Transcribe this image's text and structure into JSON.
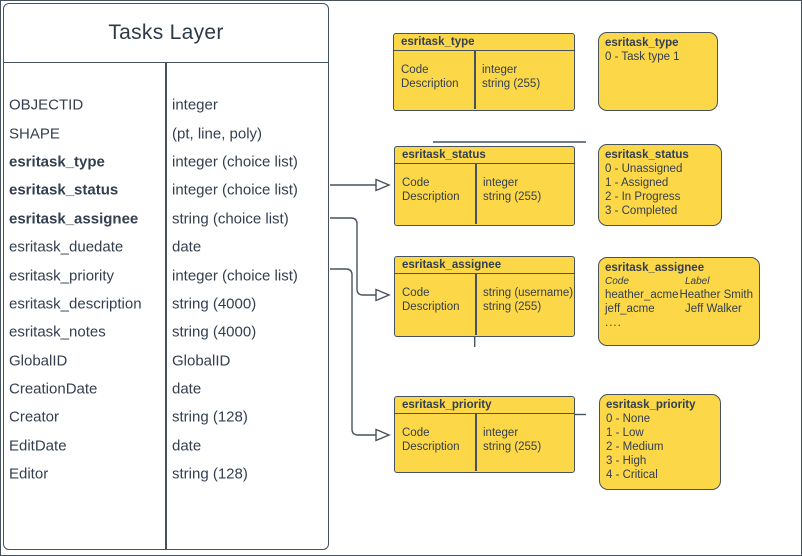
{
  "colors": {
    "accent_yellow": "#fcd747",
    "stroke": "#47525f",
    "text": "#333f4f",
    "background": "#ffffff"
  },
  "tasks_layer": {
    "title": "Tasks Layer",
    "fields": [
      {
        "name": "OBJECTID",
        "type": "integer"
      },
      {
        "name": "SHAPE",
        "type": "(pt, line, poly)"
      },
      {
        "name": "esritask_type",
        "type": "integer (choice list)"
      },
      {
        "name": "esritask_status",
        "type": "integer (choice list)"
      },
      {
        "name": "esritask_assignee",
        "type": "string (choice list)"
      },
      {
        "name": "esritask_duedate",
        "type": "date"
      },
      {
        "name": "esritask_priority",
        "type": "integer (choice list)"
      },
      {
        "name": "esritask_description",
        "type": "string (4000)"
      },
      {
        "name": "esritask_notes",
        "type": "string (4000)"
      },
      {
        "name": "GlobalID",
        "type": "GlobalID"
      },
      {
        "name": "CreationDate",
        "type": "date"
      },
      {
        "name": "Creator",
        "type": "string (128)"
      },
      {
        "name": "EditDate",
        "type": "date"
      },
      {
        "name": "Editor",
        "type": "string (128)"
      }
    ]
  },
  "domain_tables": [
    {
      "title": "esritask_type",
      "rows": [
        [
          "Code",
          "integer"
        ],
        [
          "Description",
          "string (255)"
        ]
      ]
    },
    {
      "title": "esritask_status",
      "rows": [
        [
          "Code",
          "integer"
        ],
        [
          "Description",
          "string (255)"
        ]
      ]
    },
    {
      "title": "esritask_assignee",
      "rows": [
        [
          "Code",
          "string (username)"
        ],
        [
          "Description",
          "string (255)"
        ]
      ]
    },
    {
      "title": "esritask_priority",
      "rows": [
        [
          "Code",
          "integer"
        ],
        [
          "Description",
          "string (255)"
        ]
      ]
    }
  ],
  "value_lists": {
    "type": {
      "title": "esritask_type",
      "items": [
        "0 - Task type 1"
      ]
    },
    "status": {
      "title": "esritask_status",
      "items": [
        "0 - Unassigned",
        "1 - Assigned",
        "2 - In Progress",
        "3 - Completed"
      ]
    },
    "assignee": {
      "title": "esritask_assignee",
      "columns": [
        "Code",
        "Label"
      ],
      "pairs": [
        [
          "heather_acme",
          "Heather Smith"
        ],
        [
          "jeff_acme",
          "Jeff Walker"
        ]
      ],
      "more": "...."
    },
    "priority": {
      "title": "esritask_priority",
      "items": [
        "0 - None",
        "1 - Low",
        "2 - Medium",
        "3 - High",
        "4 - Critical"
      ]
    }
  }
}
